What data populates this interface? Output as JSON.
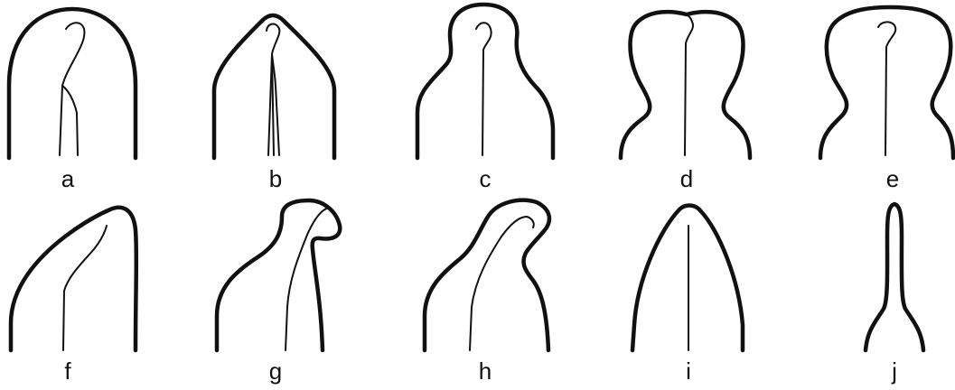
{
  "figures": [
    {
      "label": "a"
    },
    {
      "label": "b"
    },
    {
      "label": "c"
    },
    {
      "label": "d"
    },
    {
      "label": "e"
    },
    {
      "label": "f"
    },
    {
      "label": "g"
    },
    {
      "label": "h"
    },
    {
      "label": "i"
    },
    {
      "label": "j"
    }
  ]
}
